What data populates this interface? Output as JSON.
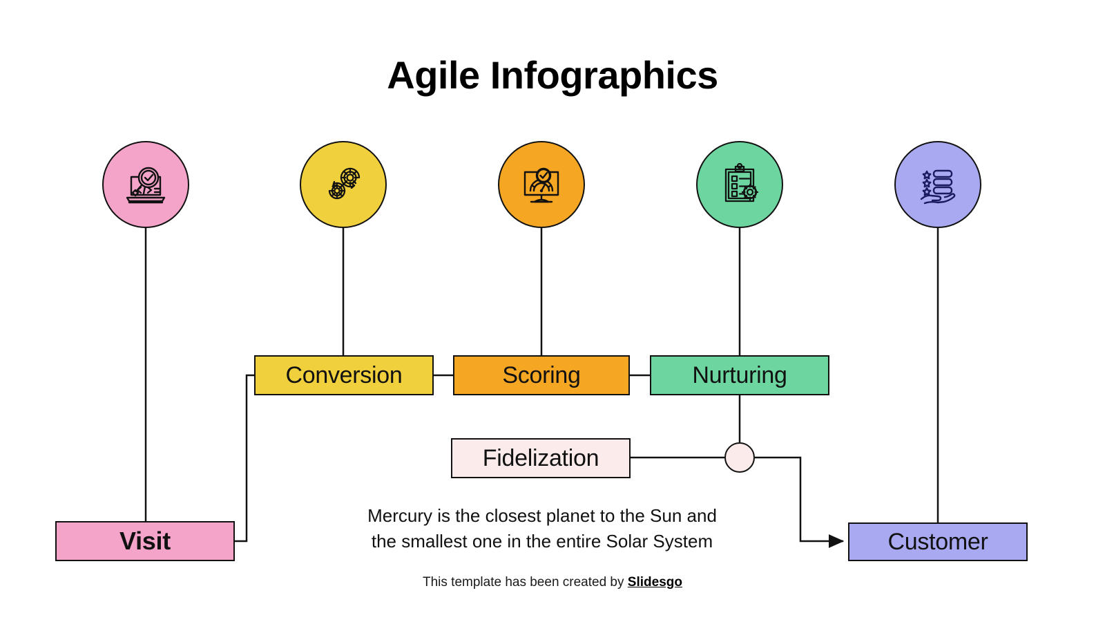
{
  "title": "Agile Infographics",
  "colors": {
    "pink": "#F4A3C9",
    "yellow": "#F0D03C",
    "orange": "#F5A623",
    "green": "#6DD6A0",
    "periwinkle": "#A9A9F2",
    "blush": "#FBEBEB",
    "stroke": "#111111",
    "background": "#FFFFFF"
  },
  "icons": [
    {
      "name": "code-search-icon",
      "label": "Visit",
      "color": "#F4A3C9",
      "stroke": "#111111"
    },
    {
      "name": "gears-icon",
      "label": "Conversion",
      "color": "#F0D03C",
      "stroke": "#111111"
    },
    {
      "name": "monitor-gauge-icon",
      "label": "Scoring",
      "color": "#F5A623",
      "stroke": "#111111"
    },
    {
      "name": "clipboard-gear-icon",
      "label": "Nurturing",
      "color": "#6DD6A0",
      "stroke": "#111111"
    },
    {
      "name": "hand-rating-icon",
      "label": "Customer",
      "color": "#A9A9F2",
      "stroke": "#1A1A5E"
    }
  ],
  "stages": [
    {
      "id": "visit",
      "label": "Visit",
      "color": "#F4A3C9"
    },
    {
      "id": "conversion",
      "label": "Conversion",
      "color": "#F0D03C"
    },
    {
      "id": "scoring",
      "label": "Scoring",
      "color": "#F5A623"
    },
    {
      "id": "nurturing",
      "label": "Nurturing",
      "color": "#6DD6A0"
    },
    {
      "id": "fidelization",
      "label": "Fidelization",
      "color": "#FBEBEB"
    },
    {
      "id": "customer",
      "label": "Customer",
      "color": "#A9A9F2"
    }
  ],
  "body_text": {
    "line1": "Mercury is the closest planet to the Sun and",
    "line2": "the smallest one in the entire Solar System"
  },
  "footer": {
    "prefix": "This template has been created by ",
    "brand": "Slidesgo"
  }
}
